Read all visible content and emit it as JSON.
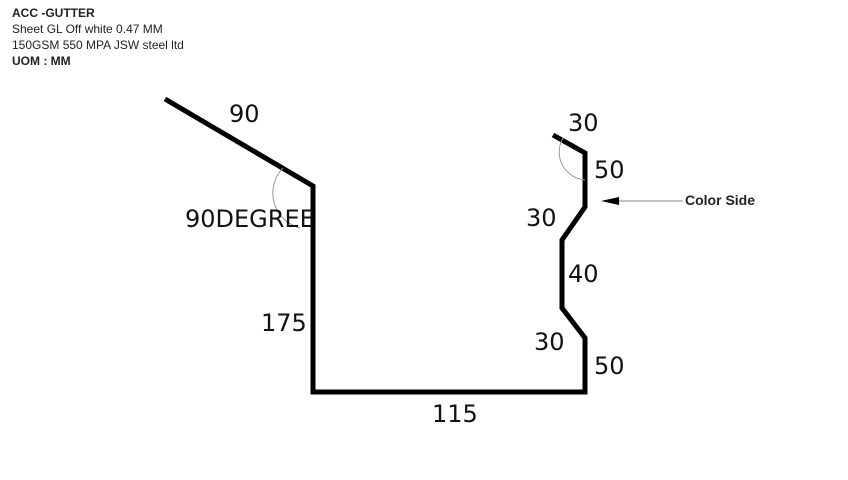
{
  "header": {
    "title": "ACC -GUTTER",
    "line1": "Sheet GL Off white 0.47 MM",
    "line2": "150GSM 550 MPA JSW steel ltd",
    "uom": "UOM : MM"
  },
  "dimensions": {
    "top_left": "90",
    "angle": "90DEGREE",
    "left_side": "175",
    "bottom": "115",
    "right_top": "30",
    "right_1": "50",
    "right_2": "30",
    "right_3": "40",
    "right_4": "30",
    "right_5": "50"
  },
  "annotation": {
    "color_side": "Color Side"
  },
  "colors": {
    "profile": "#000000",
    "arc": "#999999",
    "arrow": "#888888"
  }
}
